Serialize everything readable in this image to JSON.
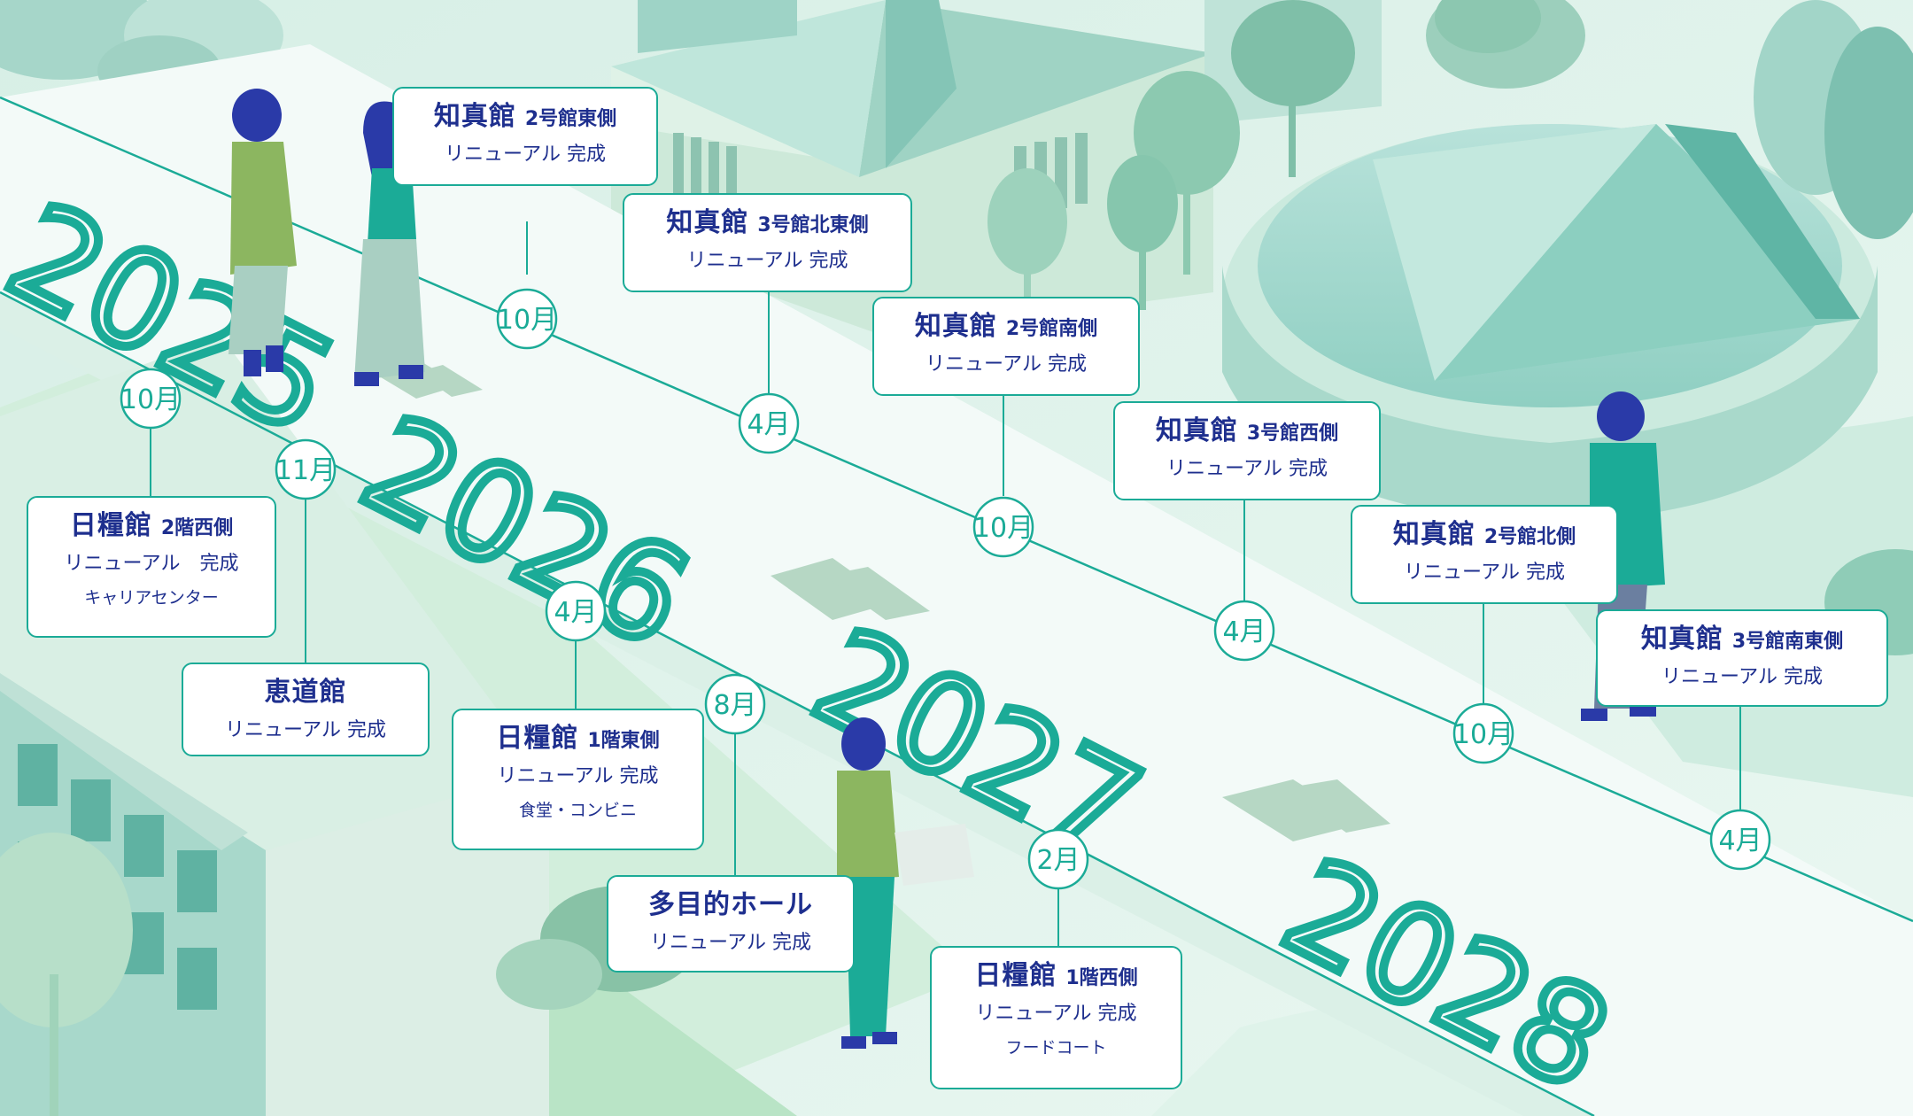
{
  "colors": {
    "accent": "#1bab97",
    "text_navy": "#1e2f8e",
    "road": "#f3faf8",
    "bg": "#eef8f3",
    "chevron": "#b6d7c4"
  },
  "years": [
    "2025",
    "2026",
    "2027",
    "2028"
  ],
  "months": [
    "10月",
    "11月",
    "4月",
    "8月",
    "2月",
    "10月",
    "4月",
    "10月",
    "4月",
    "10月",
    "4月"
  ],
  "events": [
    {
      "name": "日糧館",
      "sub": "2階西側",
      "status": "リニューアル　完成",
      "note": "キャリアセンター"
    },
    {
      "name": "恵道館",
      "sub": "",
      "status": "リニューアル 完成",
      "note": ""
    },
    {
      "name": "日糧館",
      "sub": "1階東側",
      "status": "リニューアル 完成",
      "note": "食堂・コンビニ"
    },
    {
      "name": "多目的ホール",
      "sub": "",
      "status": "リニューアル 完成",
      "note": ""
    },
    {
      "name": "日糧館",
      "sub": "1階西側",
      "status": "リニューアル 完成",
      "note": "フードコート"
    },
    {
      "name": "知真館",
      "sub": "2号館東側",
      "status": "リニューアル 完成",
      "note": ""
    },
    {
      "name": "知真館",
      "sub": "3号館北東側",
      "status": "リニューアル 完成",
      "note": ""
    },
    {
      "name": "知真館",
      "sub": "2号館南側",
      "status": "リニューアル 完成",
      "note": ""
    },
    {
      "name": "知真館",
      "sub": "3号館西側",
      "status": "リニューアル 完成",
      "note": ""
    },
    {
      "name": "知真館",
      "sub": "2号館北側",
      "status": "リニューアル 完成",
      "note": ""
    },
    {
      "name": "知真館",
      "sub": "3号館南東側",
      "status": "リニューアル 完成",
      "note": ""
    }
  ],
  "icons": [
    "person-figure",
    "tree",
    "building",
    "chevron-arrow"
  ]
}
